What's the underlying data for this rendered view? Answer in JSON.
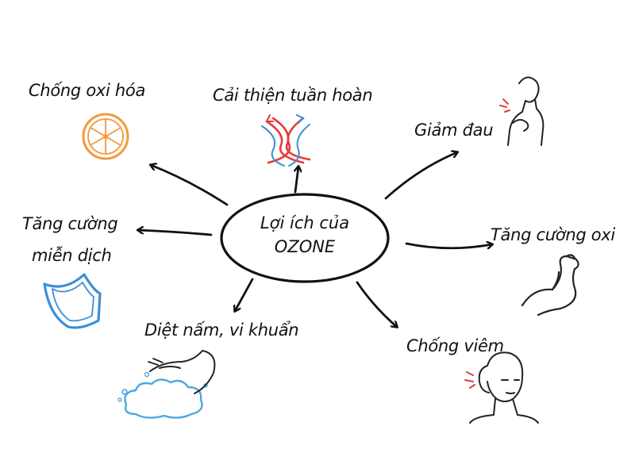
{
  "center": {
    "line1": "Lợi ích của",
    "line2": "OZONE"
  },
  "benefits": [
    {
      "label": "Chống oxi hóa",
      "icon": "orange-slice-icon",
      "color": "#f39a3c"
    },
    {
      "label": "Cải thiện tuần hoàn",
      "icon": "blood-flow-icon",
      "color": "#e63b3b"
    },
    {
      "label": "Giảm đau",
      "icon": "neck-pain-icon",
      "color": "#222222"
    },
    {
      "label": "Tăng cường miễn dịch",
      "line1": "Tăng cường",
      "line2": "miễn dịch",
      "icon": "shield-icon",
      "color": "#3b8fd6"
    },
    {
      "label": "Tăng cường oxi",
      "icon": "flexed-arm-icon",
      "color": "#222222"
    },
    {
      "label": "Diệt nấm, vi khuẩn",
      "icon": "washing-hands-icon",
      "color": "#4aa8e0"
    },
    {
      "label": "Chống viêm",
      "icon": "headache-icon",
      "color": "#222222"
    }
  ]
}
